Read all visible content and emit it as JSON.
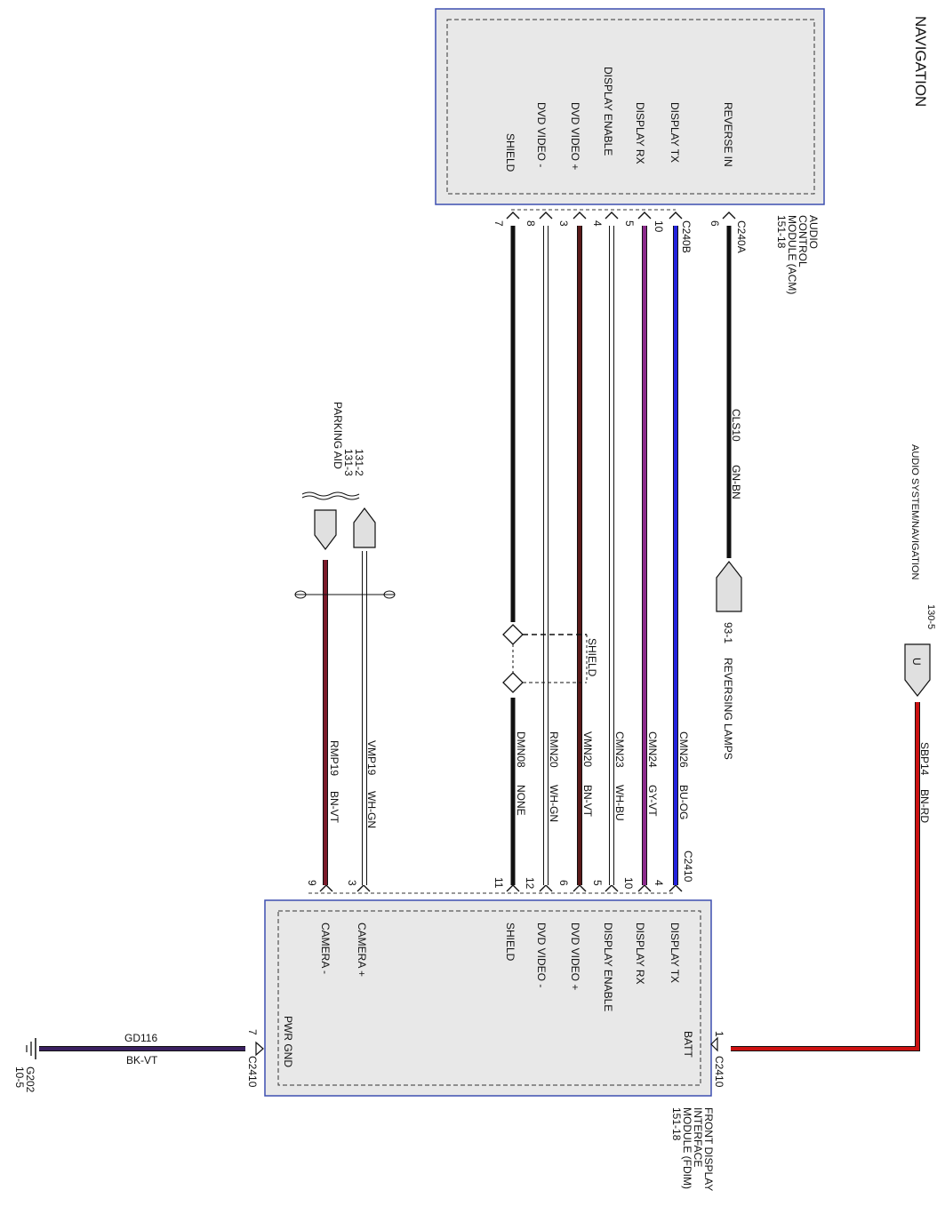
{
  "title": "NAVIGATION",
  "acm": {
    "name_lines": [
      "AUDIO",
      "CONTROL",
      "MODULE (ACM)",
      "151-18"
    ],
    "pins": [
      {
        "label": "REVERSE IN",
        "pin": "6",
        "connector": "C240A"
      },
      {
        "label": "DISPLAY TX",
        "pin": "10",
        "connector": "C240B"
      },
      {
        "label": "DISPLAY RX",
        "pin": "5"
      },
      {
        "label": "DISPLAY ENABLE",
        "pin": ""
      },
      {
        "label": "DVD VIDEO +",
        "pin": "4"
      },
      {
        "label": "",
        "pin": "3"
      },
      {
        "label": "DVD VIDEO -",
        "pin": "8"
      },
      {
        "label": "SHIELD",
        "pin": "7"
      }
    ]
  },
  "fdim": {
    "name_lines": [
      "FRONT DISPLAY",
      "INTERFACE",
      "MODULE (FDIM)",
      "151-18"
    ],
    "connector": "C2410",
    "pins": [
      {
        "label": "DISPLAY TX",
        "pin": "4"
      },
      {
        "label": "DISPLAY RX",
        "pin": "10"
      },
      {
        "label": "DISPLAY ENABLE",
        "pin": "5"
      },
      {
        "label": "DVD VIDEO +",
        "pin": "6"
      },
      {
        "label": "DVD VIDEO -",
        "pin": "12"
      },
      {
        "label": "SHIELD",
        "pin": "11"
      },
      {
        "label": "CAMERA +",
        "pin": "3"
      },
      {
        "label": "CAMERA -",
        "pin": "9"
      }
    ],
    "batt": {
      "label": "BATT",
      "pin": "1",
      "connector": "C2410"
    },
    "pwr_gnd": {
      "label": "PWR GND",
      "pin": "7",
      "connector": "C2410"
    }
  },
  "wires": [
    {
      "circuit": "CMN26",
      "color_code": "BU-OG",
      "color": "#2222dd"
    },
    {
      "circuit": "CMN24",
      "color_code": "GY-VT",
      "color": "#8b2a8b"
    },
    {
      "circuit": "CMN23",
      "color_code": "WH-BU",
      "color": "#ffffff"
    },
    {
      "circuit": "VMN20",
      "color_code": "BN-VT",
      "color": "#5a1a1a"
    },
    {
      "circuit": "RMN20",
      "color_code": "WH-GN",
      "color": "#ffffff"
    },
    {
      "circuit": "DMN08",
      "color_code": "NONE",
      "color": "#111111"
    },
    {
      "circuit": "VMP19",
      "color_code": "WH-GN",
      "color": "#ffffff"
    },
    {
      "circuit": "RMP19",
      "color_code": "BN-VT",
      "color": "#7a1a2a"
    },
    {
      "circuit": "CLS10",
      "color_code": "GN-BN",
      "color": "#222222"
    },
    {
      "circuit": "SBP14",
      "color_code": "BN-RD",
      "color": "#cc1111"
    },
    {
      "circuit": "GD116",
      "color_code": "BK-VT",
      "color": "#3a2060"
    }
  ],
  "shield_label": "SHIELD",
  "reversing_lamps": {
    "ref": "93-1",
    "label": "REVERSING LAMPS"
  },
  "parking_aid": {
    "refs": [
      "131-2",
      "131-3"
    ],
    "label": "PARKING AID"
  },
  "audio_system": {
    "ref": "130-5",
    "label": "AUDIO SYSTEM/NAVIGATION",
    "tag": "U"
  },
  "ground": {
    "name": "G202",
    "ref": "10-5"
  }
}
